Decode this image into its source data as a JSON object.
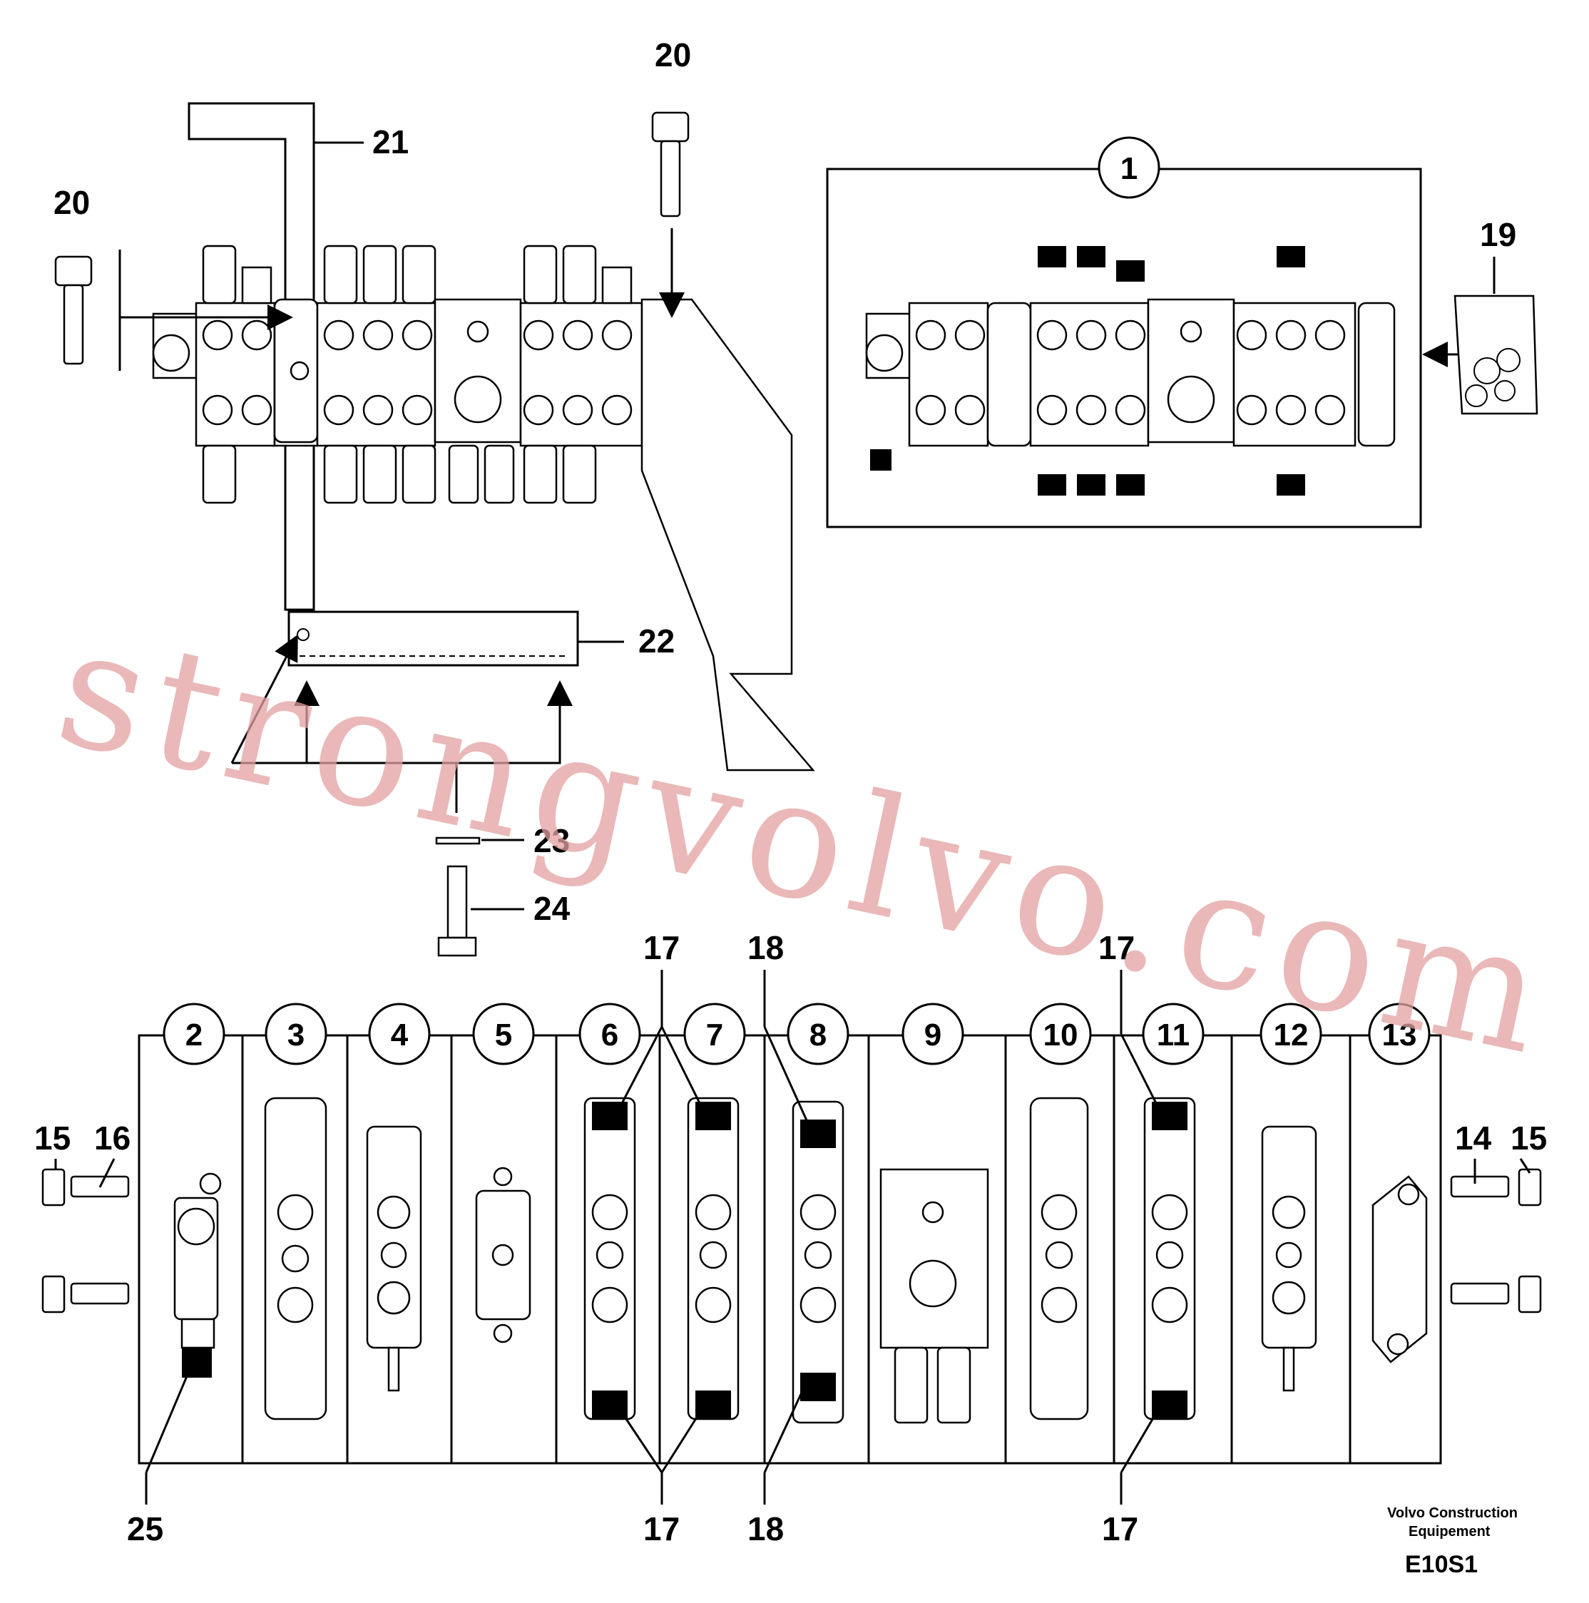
{
  "callouts": {
    "c20a": "20",
    "c20b": "20",
    "c21": "21",
    "c22": "22",
    "c23": "23",
    "c24": "24",
    "c19": "19",
    "c1": "1",
    "c15a": "15",
    "c16": "16",
    "c14": "14",
    "c15b": "15",
    "c17a": "17",
    "c18a": "18",
    "c17b": "17",
    "c25": "25",
    "c17c": "17",
    "c18b": "18",
    "c17d": "17"
  },
  "sections": [
    "2",
    "3",
    "4",
    "5",
    "6",
    "7",
    "8",
    "9",
    "10",
    "11",
    "12",
    "13"
  ],
  "footer": {
    "brand_line1": "Volvo Construction",
    "brand_line2": "Equipement",
    "code": "E10S1"
  },
  "watermark": "strongvolvo.com"
}
